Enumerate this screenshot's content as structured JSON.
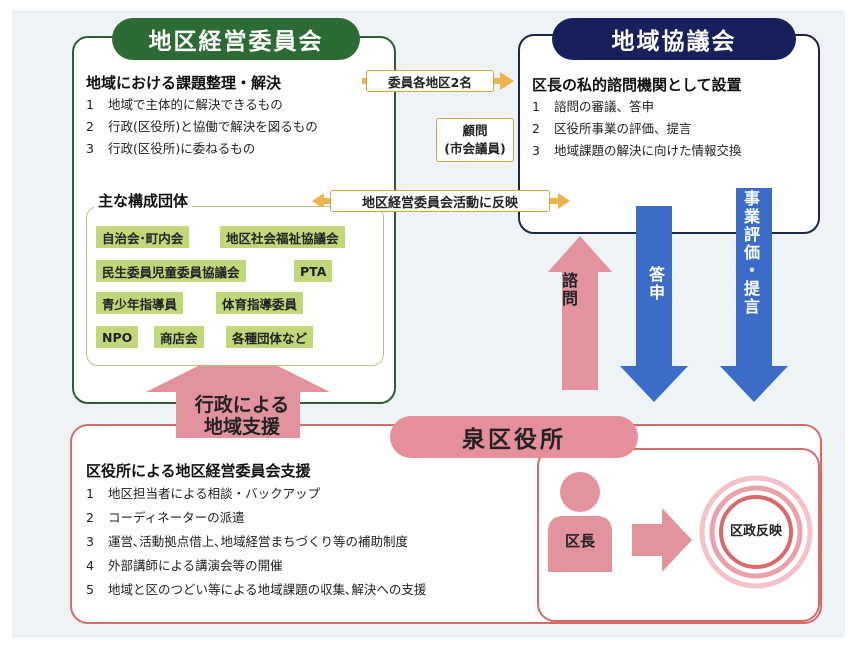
{
  "colors": {
    "kaikai_accent": "#2d6b35",
    "kyogi_accent": "#17205a",
    "ward_accent": "#e58f9a",
    "blue_arrow": "#3a6cc8",
    "pink_arrow": "#e2939e",
    "tag_fill": "#c2d77a",
    "label_arrow": "#f0b24a"
  },
  "kaikai": {
    "title": "地区経営委員会",
    "heading": "地域における課題整理・解決",
    "items": [
      {
        "num": "1",
        "text": "地域で主体的に解決できるもの"
      },
      {
        "num": "2",
        "text": "行政(区役所)と協働で解決を図るもの"
      },
      {
        "num": "3",
        "text": "行政(区役所)に委ねるもの"
      }
    ],
    "groups_heading": "主な構成団体",
    "groups": [
      "自治会･町内会",
      "地区社会福祉協議会",
      "民生委員児童委員協議会",
      "PTA",
      "青少年指導員",
      "体育指導委員",
      "NPO",
      "商店会",
      "各種団体など"
    ]
  },
  "kyogi": {
    "title": "地域協議会",
    "heading": "区長の私的諮問機関として設置",
    "items": [
      {
        "num": "1",
        "text": "諮問の審議、答申"
      },
      {
        "num": "2",
        "text": "区役所事業の評価、提言"
      },
      {
        "num": "3",
        "text": "地域課題の解決に向けた情報交換"
      }
    ]
  },
  "connectors": {
    "members": "委員各地区2名",
    "advisor_line1": "顧問",
    "advisor_line2": "(市会議員)",
    "reflect": "地区経営委員会活動に反映",
    "consult": "諮問",
    "reply": "答申",
    "evaluate": "事業評価・提言",
    "support_line1": "行政による",
    "support_line2": "地域支援"
  },
  "ward": {
    "title": "泉区役所",
    "heading": "区役所による地区経営委員会支援",
    "items": [
      {
        "num": "1",
        "text": "地区担当者による相談・バックアップ"
      },
      {
        "num": "2",
        "text": "コーディネーターの派遣"
      },
      {
        "num": "3",
        "text": "運営､活動拠点借上､地域経営まちづくり等の補助制度"
      },
      {
        "num": "4",
        "text": "外部講師による講演会等の開催"
      },
      {
        "num": "5",
        "text": "地域と区のつどい等による地域課題の収集､解決への支援"
      }
    ],
    "mayor": "区長",
    "policy": "区政反映"
  }
}
